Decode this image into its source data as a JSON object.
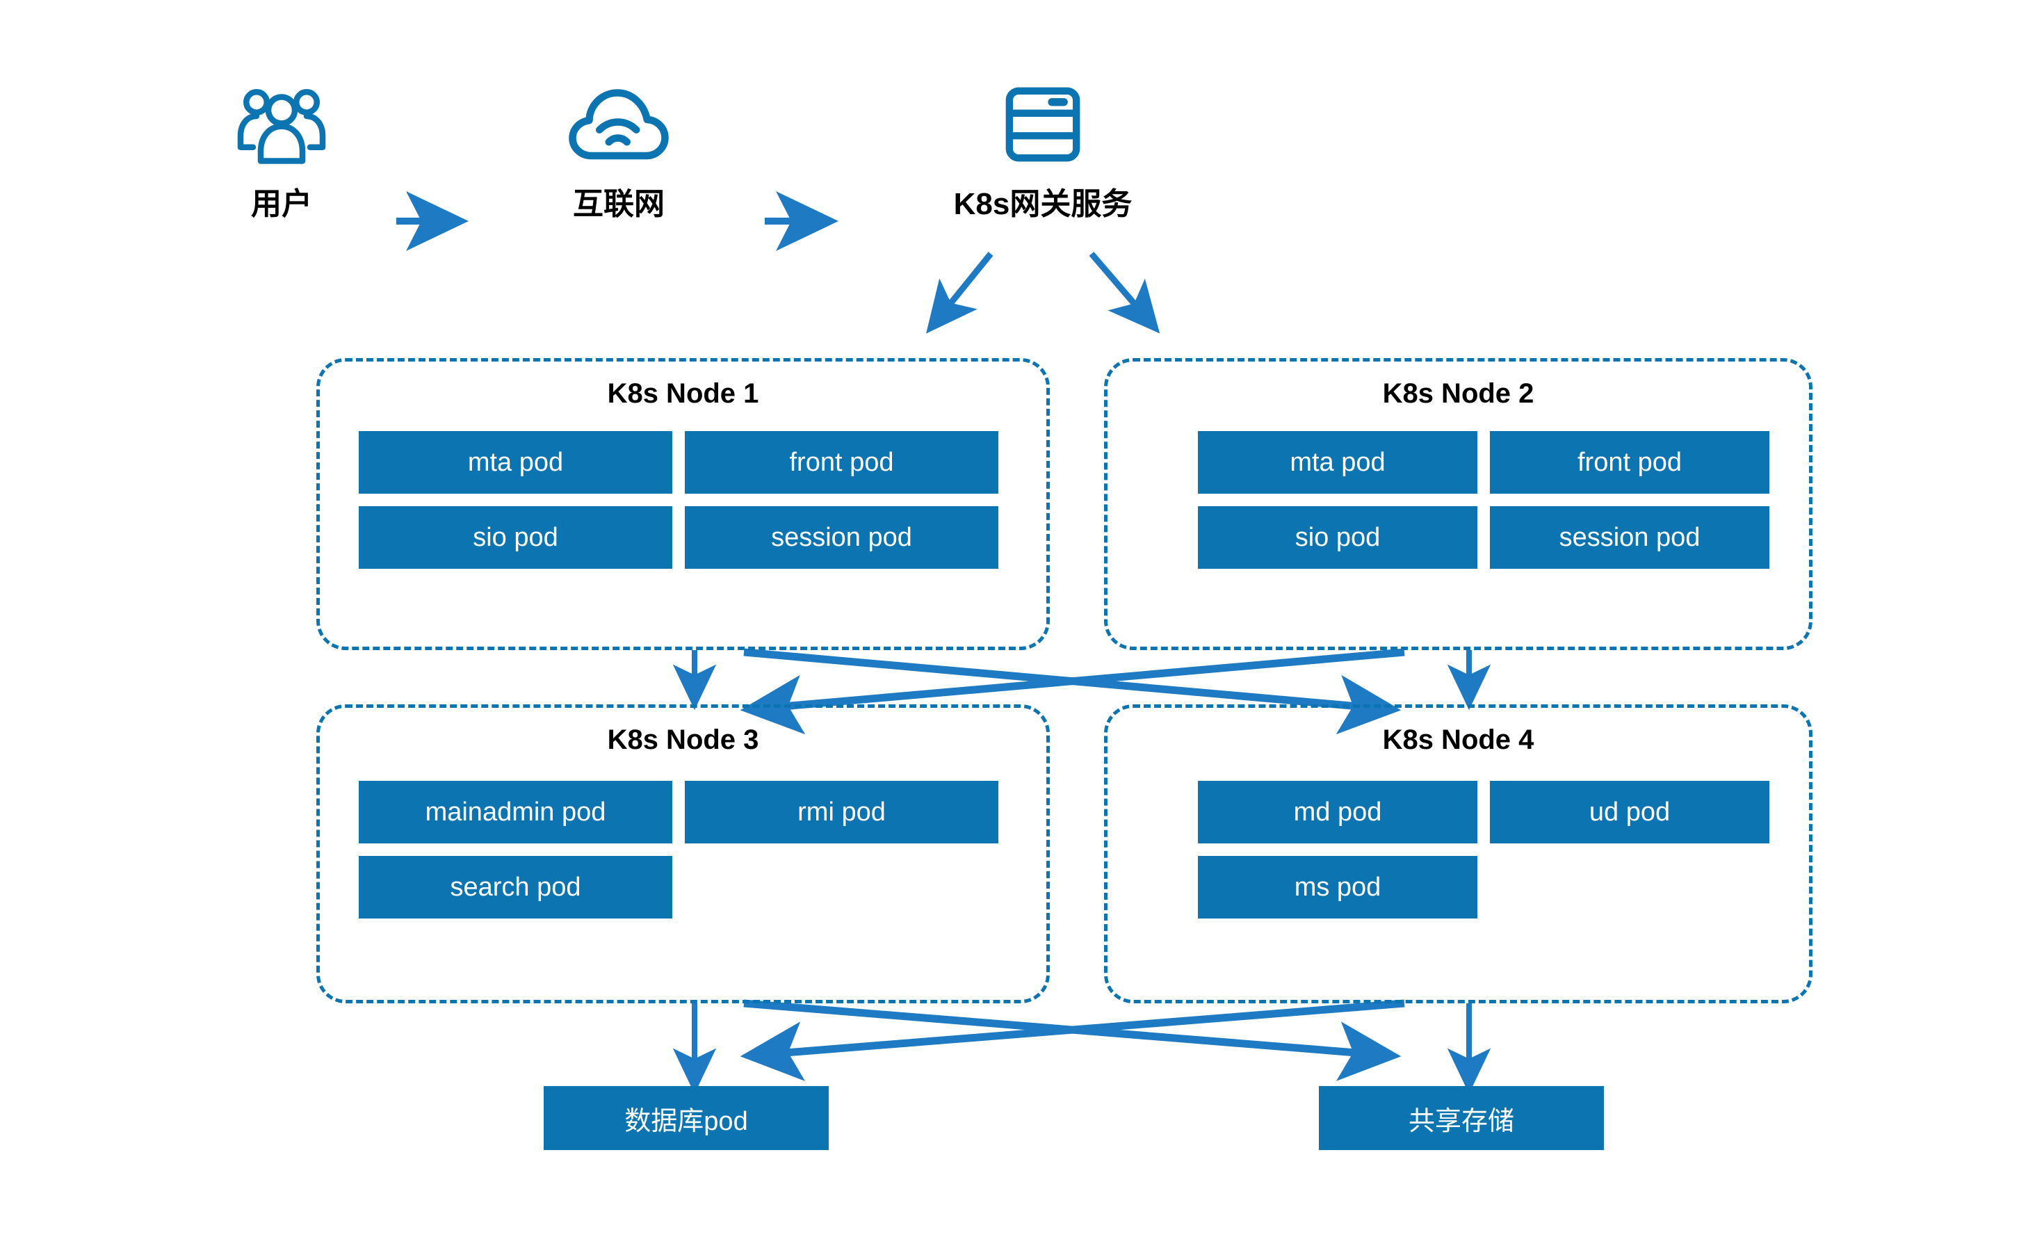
{
  "diagram": {
    "title_flow": [
      {
        "key": "users",
        "icon": "users-icon",
        "label": "用户"
      },
      {
        "key": "internet",
        "icon": "cloud-wifi-icon",
        "label": "互联网"
      },
      {
        "key": "gateway",
        "icon": "server-rack-icon",
        "label": "K8s网关服务"
      }
    ],
    "nodes": [
      {
        "id": "node1",
        "title": "K8s Node 1",
        "pods": [
          "mta pod",
          "front pod",
          "sio pod",
          "session pod"
        ]
      },
      {
        "id": "node2",
        "title": "K8s Node 2",
        "pods": [
          "mta pod",
          "front pod",
          "sio pod",
          "session pod"
        ]
      },
      {
        "id": "node3",
        "title": "K8s Node 3",
        "pods": [
          "mainadmin pod",
          "rmi pod",
          "search pod"
        ]
      },
      {
        "id": "node4",
        "title": "K8s Node 4",
        "pods": [
          "md pod",
          "ud pod",
          "ms pod"
        ]
      }
    ],
    "stores": [
      {
        "id": "database",
        "label": "数据库pod"
      },
      {
        "id": "shared-storage",
        "label": "共享存储"
      }
    ],
    "colors": {
      "pod_fill": "#0C74B0",
      "node_border": "#0C74B0",
      "arrow": "#1F7AC4",
      "icon": "#0C74B0",
      "text_dark": "#000000",
      "pod_text": "#FFFFFF",
      "background": "#FFFFFF"
    },
    "connections": [
      {
        "from": "gateway",
        "to": "node1",
        "style": "arrow"
      },
      {
        "from": "gateway",
        "to": "node2",
        "style": "arrow"
      },
      {
        "from": "users",
        "to": "internet",
        "style": "arrow"
      },
      {
        "from": "internet",
        "to": "gateway",
        "style": "arrow"
      },
      {
        "from": "node1",
        "to": "node3",
        "style": "arrow"
      },
      {
        "from": "node1",
        "to": "node4",
        "style": "arrow"
      },
      {
        "from": "node2",
        "to": "node3",
        "style": "arrow"
      },
      {
        "from": "node2",
        "to": "node4",
        "style": "arrow"
      },
      {
        "from": "node3",
        "to": "database",
        "style": "arrow"
      },
      {
        "from": "node3",
        "to": "shared-storage",
        "style": "arrow"
      },
      {
        "from": "node4",
        "to": "database",
        "style": "arrow"
      },
      {
        "from": "node4",
        "to": "shared-storage",
        "style": "arrow"
      }
    ]
  }
}
